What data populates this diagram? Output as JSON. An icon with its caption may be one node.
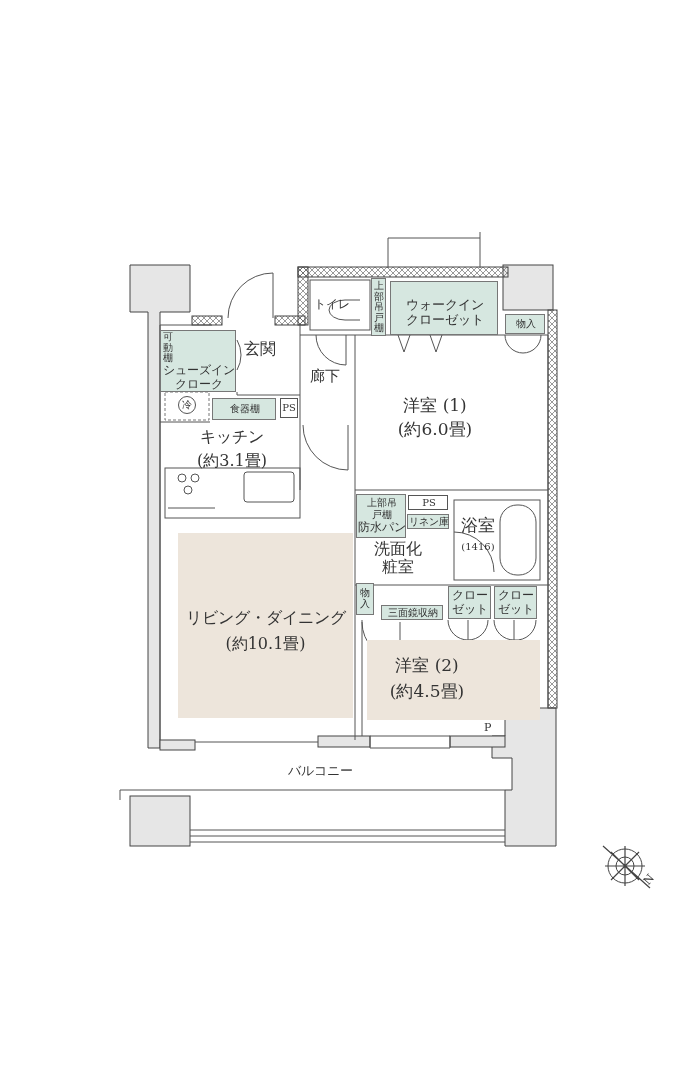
{
  "diagram": {
    "nodes": [
      {
        "text": [
          "トイレ"
        ]
      },
      {
        "text": [
          "上部吊戸棚"
        ]
      },
      {
        "text": [
          "ウォークインクローゼット"
        ]
      },
      {
        "text": [
          "物入"
        ]
      },
      {
        "text": [
          "可動棚",
          "シューズインクローク"
        ]
      },
      {
        "text": [
          "玄関"
        ]
      },
      {
        "text": [
          "廊下"
        ]
      },
      {
        "text": [
          "冷"
        ]
      },
      {
        "text": [
          "食器棚"
        ]
      },
      {
        "text": [
          "PS"
        ]
      },
      {
        "text": [
          "洋室 (1)",
          "(約6.0畳)"
        ]
      },
      {
        "text": [
          "キッチン",
          "(約3.1畳)"
        ]
      },
      {
        "text": [
          "上部吊戸棚",
          "防水パン"
        ]
      },
      {
        "text": [
          "PS"
        ]
      },
      {
        "text": [
          "リネン庫"
        ]
      },
      {
        "text": [
          "浴室",
          "(1416)"
        ]
      },
      {
        "text": [
          "洗面化粧室"
        ]
      },
      {
        "text": [
          "物入"
        ]
      },
      {
        "text": [
          "三面鏡収納"
        ]
      },
      {
        "text": [
          "クローゼット"
        ]
      },
      {
        "text": [
          "クローゼット"
        ]
      },
      {
        "text": [
          "リビング・ダイニング",
          "(約10.1畳)"
        ]
      },
      {
        "text": [
          "洋室 (2)",
          "(約4.5畳)"
        ]
      },
      {
        "text": [
          "バルコニー"
        ]
      }
    ],
    "labels": [
      "P",
      "N"
    ]
  }
}
